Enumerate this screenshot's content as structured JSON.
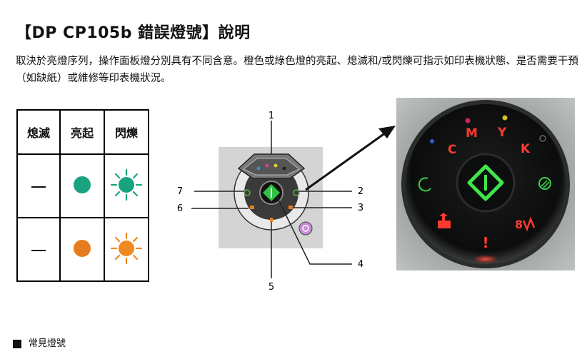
{
  "page": {
    "title": "【DP CP105b  錯誤燈號】說明",
    "intro": "取決於亮燈序列，操作面板燈分別具有不同含意。橙色或綠色燈的亮起、熄滅和/或閃爍可指示如印表機狀態、是否需要干預（如缺紙）或維修等印表機狀況。"
  },
  "legend": {
    "headers": [
      "熄滅",
      "亮起",
      "閃爍"
    ],
    "rows": [
      {
        "off": "—",
        "on_color": "#17a37e",
        "blink_color": "#17a37e"
      },
      {
        "off": "—",
        "on_color": "#e57c1e",
        "blink_color": "#f08a20"
      }
    ]
  },
  "diagram": {
    "callouts": [
      "1",
      "2",
      "3",
      "4",
      "5",
      "6",
      "7"
    ]
  },
  "photo": {
    "labels": {
      "c": "C",
      "m": "M",
      "y": "Y",
      "k": "K",
      "alert": "!"
    }
  },
  "next_section": {
    "text": "常見燈號"
  }
}
